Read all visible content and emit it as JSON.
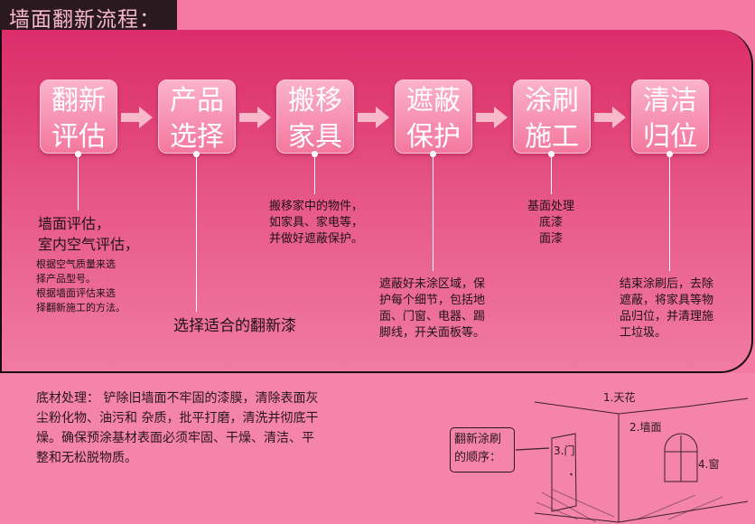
{
  "title": "墙面翻新流程：",
  "steps": [
    {
      "line1": "翻新",
      "line2": "评估"
    },
    {
      "line1": "产品",
      "line2": "选择"
    },
    {
      "line1": "搬移",
      "line2": "家具"
    },
    {
      "line1": "遮蔽",
      "line2": "保护"
    },
    {
      "line1": "涂刷",
      "line2": "施工"
    },
    {
      "line1": "清洁",
      "line2": "归位"
    }
  ],
  "notes": {
    "eval_big1": "墙面评估，",
    "eval_big2": "室内空气评估，",
    "eval_small1": "根据空气质量来选",
    "eval_small2": "择产品型号。",
    "eval_small3": "根据墙面评估来选",
    "eval_small4": "择翻新施工的方法。",
    "product": "选择适合的翻新漆",
    "move1": "搬移家中的物件，",
    "move2": "如家具、家电等，",
    "move3": "并做好遮蔽保护。",
    "cover1": "遮蔽好未涂区域，保",
    "cover2": "护每个细节，包括地",
    "cover3": "面、门窗、电器、踢",
    "cover4": "脚线，开关面板等。",
    "paint1": "基面处理",
    "paint2": "底漆",
    "paint3": "面漆",
    "clean1": "结束涂刷后，去除",
    "clean2": "遮蔽，将家具等物",
    "clean3": "品归位，并清理施",
    "clean4": "工垃圾。"
  },
  "base": {
    "line1": "底材处理： 铲除旧墙面不牢固的漆膜，清除表面灰",
    "line2": "尘粉化物、油污和 杂质，批平打磨，清洗并彻底干",
    "line3": "燥。确保预涂基材表面必须牢固、干燥、清洁、平",
    "line4": "整和无松脱物质。"
  },
  "order": {
    "line1": "翻新涂刷",
    "line2": "的顺序："
  },
  "room": {
    "ceiling": "1.天花",
    "wall": "2.墙面",
    "door": "3.门",
    "window": "4.窗"
  },
  "colors": {
    "title_bg": "#2a1a1f",
    "panel_top": "#dc2d6a",
    "panel_bottom": "#f07ba2",
    "bottom_bg": "#f584aa",
    "arrow": "#f9b8cc"
  }
}
